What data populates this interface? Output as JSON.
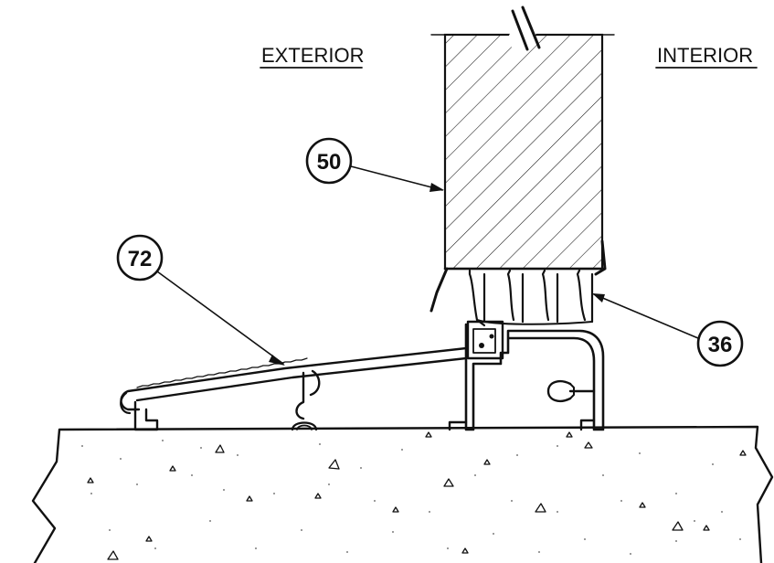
{
  "labels": {
    "exterior": "EXTERIOR",
    "interior": "INTERIOR"
  },
  "callouts": {
    "c50": "50",
    "c72": "72",
    "c36": "36"
  },
  "colors": {
    "ink": "#111111",
    "paper": "#ffffff",
    "concrete_speckle": "#555555"
  }
}
